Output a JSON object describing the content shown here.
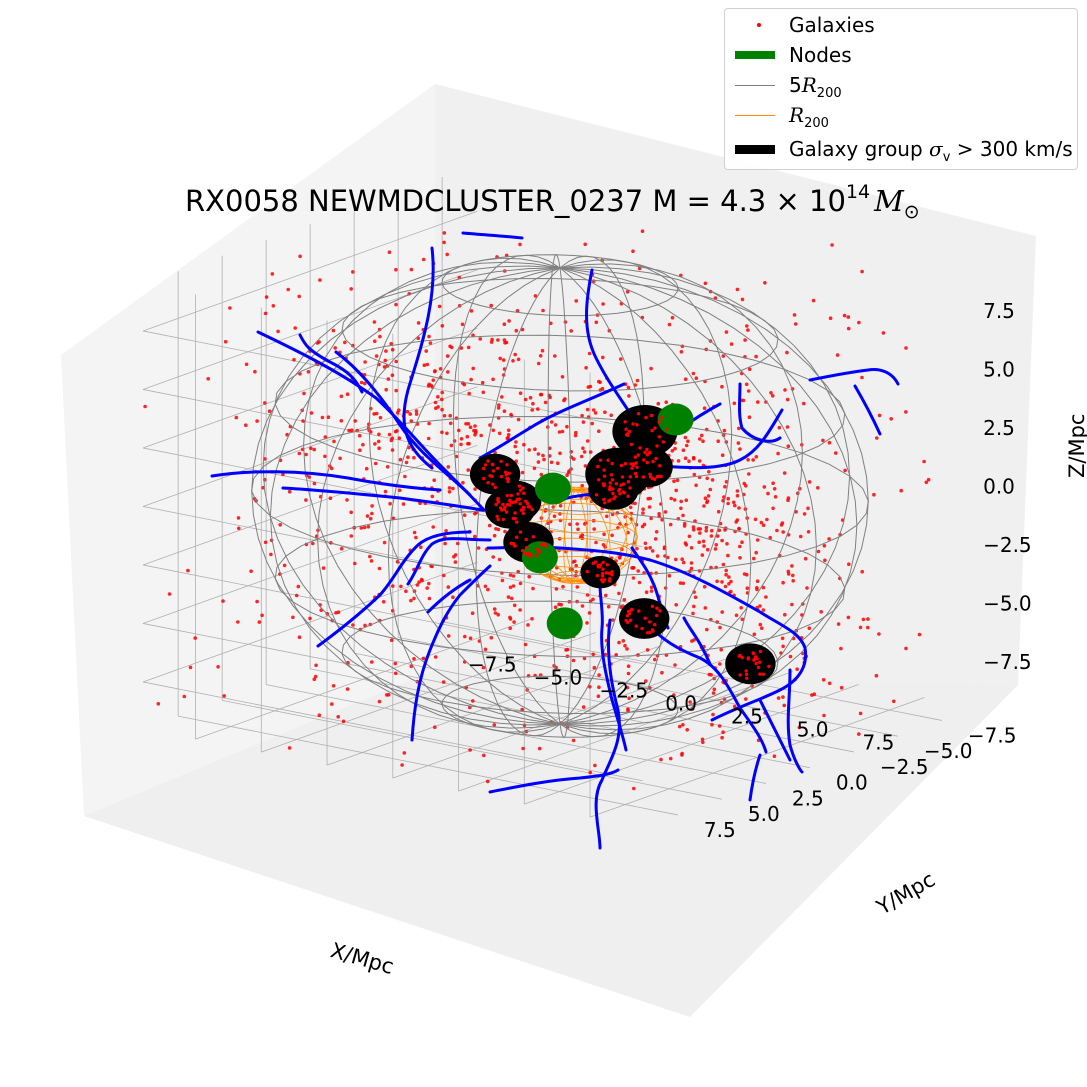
{
  "chart_data": {
    "type": "scatter",
    "projection": "3d",
    "title_parts": {
      "name": "RX0058  NEWMDCLUSTER_0237 M = 4.3",
      "times": " × 10",
      "exponent": "14",
      "unit": "M",
      "unit_sub": "⊙"
    },
    "axes": {
      "x": {
        "label": "X/Mpc",
        "ticks": [
          "−7.5",
          "−5.0",
          "−2.5",
          "0.0",
          "2.5",
          "5.0",
          "7.5"
        ],
        "range": [
          -9.5,
          9.5
        ]
      },
      "y": {
        "label": "Y/Mpc",
        "ticks": [
          "−7.5",
          "−5.0",
          "−2.5",
          "0.0",
          "2.5",
          "5.0",
          "7.5"
        ],
        "range": [
          -9.5,
          9.5
        ]
      },
      "z": {
        "label": "Z/Mpc",
        "ticks": [
          "−7.5",
          "−5.0",
          "−2.5",
          "0.0",
          "2.5",
          "5.0",
          "7.5"
        ],
        "range": [
          -9.5,
          9.5
        ]
      }
    },
    "grid": true,
    "legend": {
      "placement": "top-right",
      "entries": [
        {
          "key": "galaxies",
          "label": "Galaxies",
          "marker": "dot",
          "color": "#ff0000"
        },
        {
          "key": "nodes",
          "label": "Nodes",
          "marker": "thick-line",
          "color": "#008000"
        },
        {
          "key": "r5",
          "label_main": "5",
          "label_sym": "R",
          "label_sub": "200",
          "marker": "line",
          "color": "#808080"
        },
        {
          "key": "r1",
          "label_main": "",
          "label_sym": "R",
          "label_sub": "200",
          "marker": "line",
          "color": "#ff8c00"
        },
        {
          "key": "groups",
          "label_pre": "Galaxy group ",
          "label_sym": "σ",
          "label_sym_sub": "v",
          "label_post": " > 300 km/s",
          "marker": "thick-line",
          "color": "#000000"
        }
      ]
    },
    "colors": {
      "galaxies": "#ff0000",
      "filaments": "#0000ff",
      "nodes": "#008000",
      "groups": "#000000",
      "sphere_5r200": "#808080",
      "sphere_r200": "#ff8c00"
    },
    "sphere_radii_mpc": {
      "5R200": 6.5,
      "R200": 1.3
    },
    "galaxy_count_approx": 1400,
    "groups": [
      {
        "x": -2.6,
        "y": -0.2,
        "z": 0.3,
        "size": "medium"
      },
      {
        "x": -2.3,
        "y": -0.6,
        "z": -1.2,
        "size": "medium"
      },
      {
        "x": -2.0,
        "y": -0.5,
        "z": -0.8,
        "size": "medium"
      },
      {
        "x": -1.6,
        "y": -0.6,
        "z": -2.5,
        "size": "medium"
      },
      {
        "x": 1.5,
        "y": -0.8,
        "z": 0.4,
        "size": "medium"
      },
      {
        "x": 2.8,
        "y": 0.9,
        "z": 1.8,
        "size": "large"
      },
      {
        "x": 4.0,
        "y": 1.0,
        "z": 2.4,
        "size": "medium"
      },
      {
        "x": 4.7,
        "y": 2.2,
        "z": 4.4,
        "size": "large"
      },
      {
        "x": 0.6,
        "y": -1.4,
        "z": -3.5,
        "size": "small"
      },
      {
        "x": 2.6,
        "y": -0.9,
        "z": -4.9,
        "size": "medium"
      },
      {
        "x": 5.9,
        "y": -2.0,
        "z": -6.4,
        "size": "medium"
      }
    ],
    "nodes": [
      {
        "x": 0.6,
        "y": 1.3,
        "z": 0.8
      },
      {
        "x": 5.6,
        "y": 1.8,
        "z": 5.0
      },
      {
        "x": -1.9,
        "y": -1.7,
        "z": -3.5
      },
      {
        "x": -2.7,
        "y": -4.3,
        "z": -7.2
      }
    ]
  }
}
